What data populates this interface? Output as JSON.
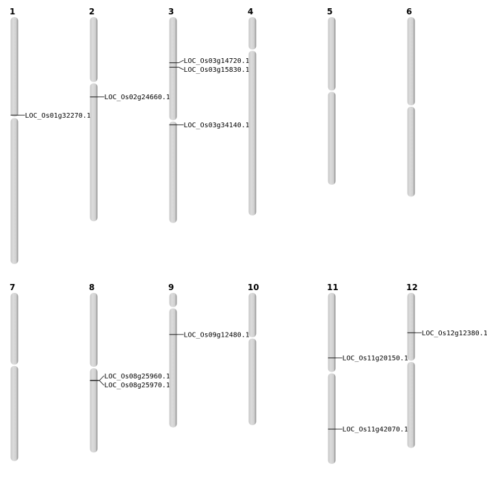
{
  "chart_data": {
    "type": "chromosome-map",
    "units": "Mb",
    "chromosomes": [
      {
        "name": "1",
        "length": 43.3,
        "centromere": 17.6,
        "genes": [
          {
            "id": "LOC_Os01g32270.1",
            "pos": 17.2
          }
        ]
      },
      {
        "name": "2",
        "length": 35.8,
        "centromere": 11.5,
        "genes": [
          {
            "id": "LOC_Os02g24660.1",
            "pos": 14.0
          }
        ]
      },
      {
        "name": "3",
        "length": 36.1,
        "centromere": 18.2,
        "genes": [
          {
            "id": "LOC_Os03g14720.1",
            "pos": 8.0
          },
          {
            "id": "LOC_Os03g15830.1",
            "pos": 8.8
          },
          {
            "id": "LOC_Os03g34140.1",
            "pos": 18.9
          }
        ]
      },
      {
        "name": "4",
        "length": 34.8,
        "centromere": 5.8,
        "genes": []
      },
      {
        "name": "5",
        "length": 29.4,
        "centromere": 13.0,
        "genes": []
      },
      {
        "name": "6",
        "length": 31.5,
        "centromere": 15.6,
        "genes": []
      },
      {
        "name": "7",
        "length": 29.5,
        "centromere": 12.7,
        "genes": []
      },
      {
        "name": "8",
        "length": 28.0,
        "centromere": 13.1,
        "genes": [
          {
            "id": "LOC_Os08g25960.1",
            "pos": 15.35
          },
          {
            "id": "LOC_Os08g25970.1",
            "pos": 15.4
          }
        ]
      },
      {
        "name": "9",
        "length": 23.6,
        "centromere": 2.6,
        "genes": [
          {
            "id": "LOC_Os09g12480.1",
            "pos": 7.3
          }
        ]
      },
      {
        "name": "10",
        "length": 23.2,
        "centromere": 7.9,
        "genes": []
      },
      {
        "name": "11",
        "length": 30.0,
        "centromere": 14.0,
        "genes": [
          {
            "id": "LOC_Os11g20150.1",
            "pos": 11.4
          },
          {
            "id": "LOC_Os11g42070.1",
            "pos": 23.9
          }
        ]
      },
      {
        "name": "12",
        "length": 27.2,
        "centromere": 12.0,
        "genes": [
          {
            "id": "LOC_Os12g12380.1",
            "pos": 7.0
          }
        ]
      }
    ]
  }
}
